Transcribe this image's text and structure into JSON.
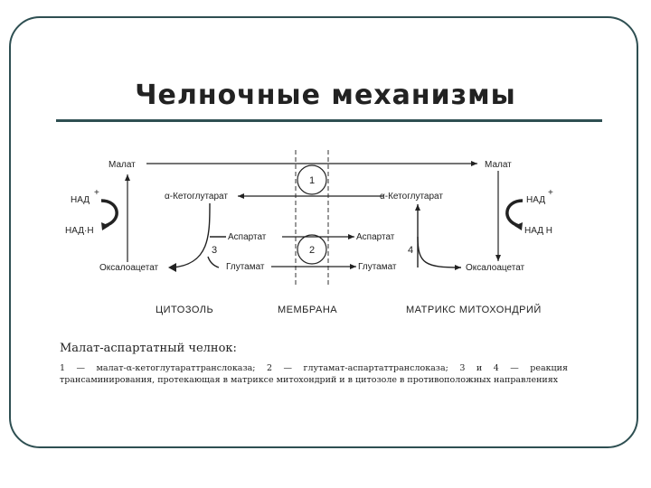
{
  "slide": {
    "title": "Челночные механизмы"
  },
  "diagram": {
    "labels": {
      "malate_left": "Малат",
      "malate_right": "Малат",
      "nad_plus_left": "НАД",
      "nadh_left": "НАД·Н",
      "nad_plus_right": "НАД",
      "nadh_right": "НАД Н",
      "plus_sign": "+",
      "akg_left": "α-Кетоглутарат",
      "akg_right": "α-Кетоглутарат",
      "asp_left": "Аспартат",
      "asp_right": "Аспартат",
      "glu_left": "Глутамат",
      "glu_right": "Глутамат",
      "oaa_left": "Оксалоацетат",
      "oaa_right": "Оксалоацетат",
      "n1": "1",
      "n2": "2",
      "n3": "3",
      "n4": "4",
      "cytosol": "ЦИТОЗОЛЬ",
      "membrane": "МЕМБРАНА",
      "matrix": "МАТРИКС  МИТОХОНДРИЙ"
    }
  },
  "caption": {
    "heading": "Малат-аспартатный челнок:",
    "body": "1 — малат-α-кетоглутараттранслоказа; 2 — глутамат-аспартаттранслоказа; 3 и 4 — реакция трансаминирования, протекающая в матриксе митохондрий и в цитозоле в противоположных направлениях"
  }
}
